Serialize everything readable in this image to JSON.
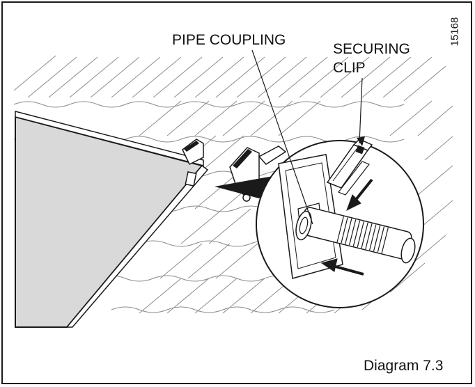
{
  "labels": {
    "pipe_coupling": "PIPE COUPLING",
    "securing_clip_line1": "SECURING",
    "securing_clip_line2": "CLIP"
  },
  "reference_number": "15168",
  "caption": "Diagram 7.3",
  "colors": {
    "line": "#1a1a1a",
    "panel_fill": "#d9d9d9",
    "tile_line": "#8c8c8c",
    "background": "#ffffff"
  }
}
